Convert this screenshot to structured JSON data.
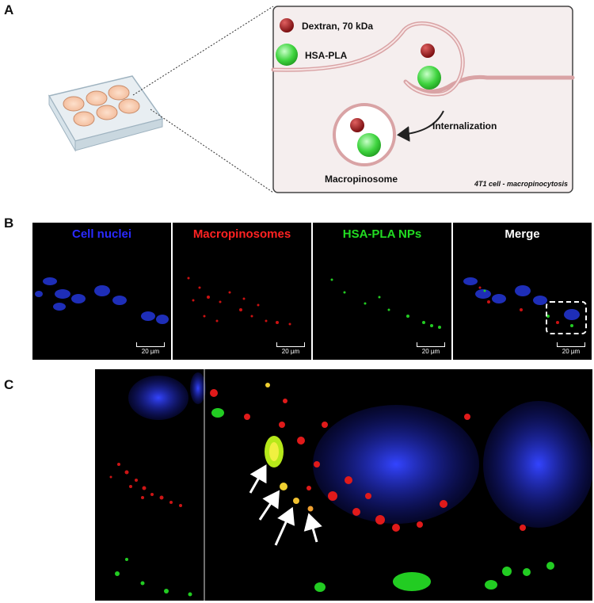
{
  "panel_labels": {
    "a": "A",
    "b": "B",
    "c": "C"
  },
  "schematic": {
    "legend_dextran": "Dextran, 70 kDa",
    "legend_hsa": "HSA-PLA",
    "arrow_label": "Internalization",
    "vesicle_label": "Macropinosome",
    "caption": "4T1 cell - macropinocytosis"
  },
  "microscopy": {
    "channels": [
      {
        "title": "Cell nuclei",
        "color": "#2a2aff"
      },
      {
        "title": "Macropinosomes",
        "color": "#ff2222"
      },
      {
        "title": "HSA-PLA NPs",
        "color": "#22dd22"
      },
      {
        "title": "Merge",
        "color": "#ffffff"
      }
    ],
    "scale_bar": "20 µm"
  },
  "colors": {
    "dextran": "#a0191c",
    "hsa_pla": "#3fd43f",
    "membrane": "#d9a3a5",
    "cell_bg": "#f5eeee"
  }
}
